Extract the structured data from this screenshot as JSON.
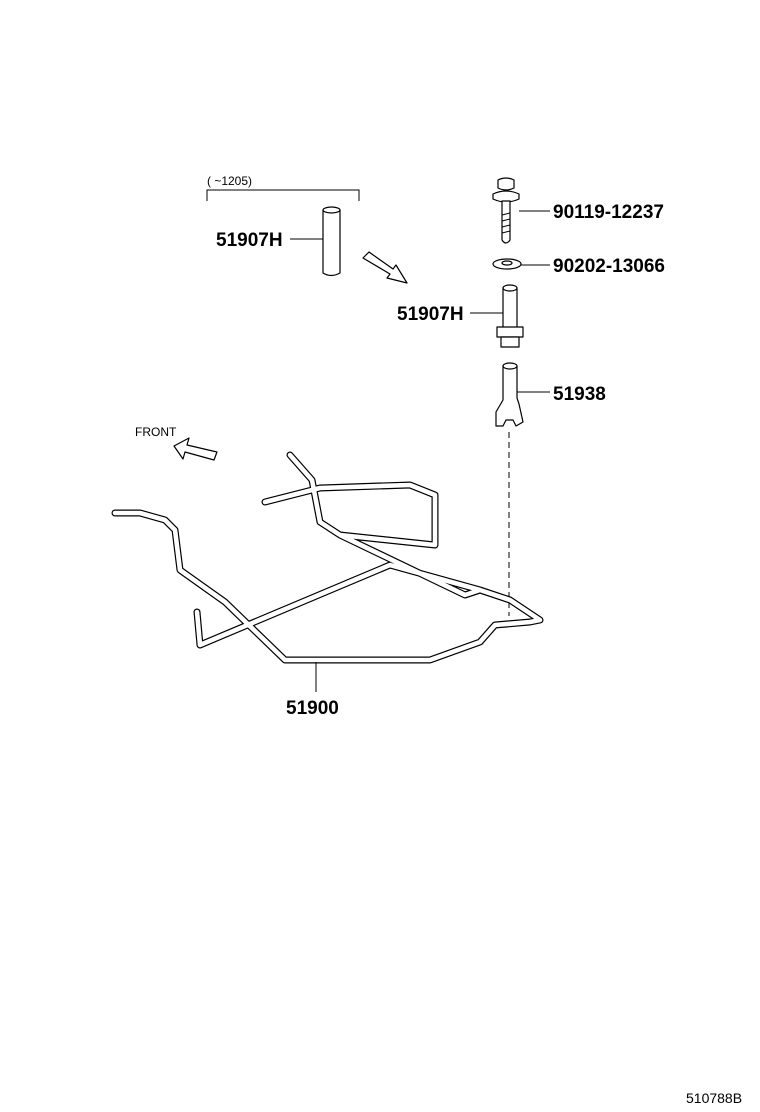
{
  "variant_note": "(     ~1205)",
  "front_label": "FRONT",
  "parts": {
    "hose_variant": "51907H",
    "hose_main": "51907H",
    "bolt": "90119-12237",
    "washer": "90202-13066",
    "bracket": "51938",
    "carrier": "51900"
  },
  "figure_id": "510788B"
}
